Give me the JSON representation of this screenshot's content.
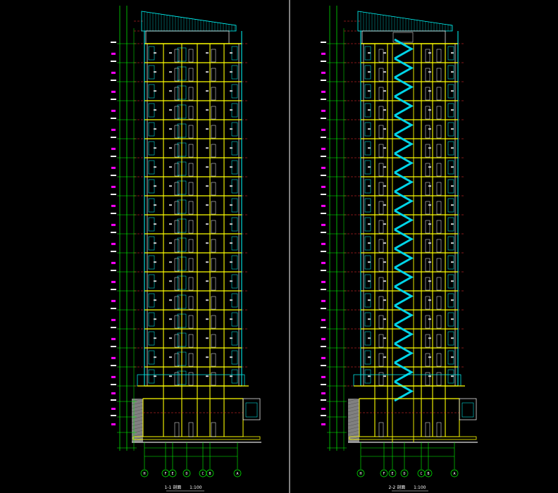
{
  "colors": {
    "background": "#000000",
    "wall": "#ffff00",
    "cut_wall": "#ffffff",
    "gridline": "#ff3333",
    "dimension": "#00ff00",
    "facade": "#00ffff",
    "floor_tag": "#ff00ff",
    "stair": "#00d5e8",
    "divider": "#ffffff",
    "ground_hatch": "#808080"
  },
  "views": [
    {
      "id": "left",
      "caption": "1-1 剖面",
      "scale": "1:100",
      "axis_labels": [
        "H",
        "F",
        "E",
        "D",
        "C",
        "B",
        "A"
      ],
      "has_stair": false
    },
    {
      "id": "right",
      "caption": "2-2 剖面",
      "scale": "1:100",
      "axis_labels": [
        "H",
        "F",
        "E",
        "D",
        "C",
        "B",
        "A"
      ],
      "has_stair": true
    }
  ]
}
